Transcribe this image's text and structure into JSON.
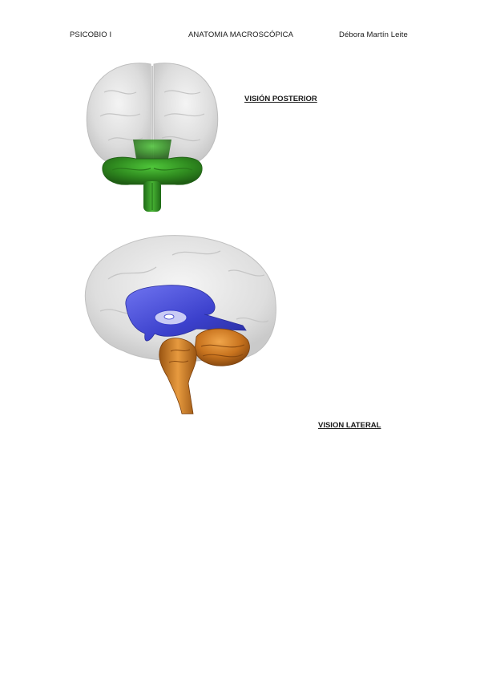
{
  "header": {
    "course": "PSICOBIO I",
    "topic": "ANATOMIA MACROSCÓPICA",
    "author": "Débora Martín Leite"
  },
  "figures": {
    "posterior": {
      "caption": "VISIÓN POSTERIOR",
      "icon": "brain-posterior-view-icon",
      "highlight_color": "#2f8a1f"
    },
    "lateral": {
      "caption": "VISION LATERAL",
      "icon": "brain-lateral-view-icon",
      "ventricle_color": "#4a4fd8",
      "brainstem_color": "#c8731e"
    }
  }
}
